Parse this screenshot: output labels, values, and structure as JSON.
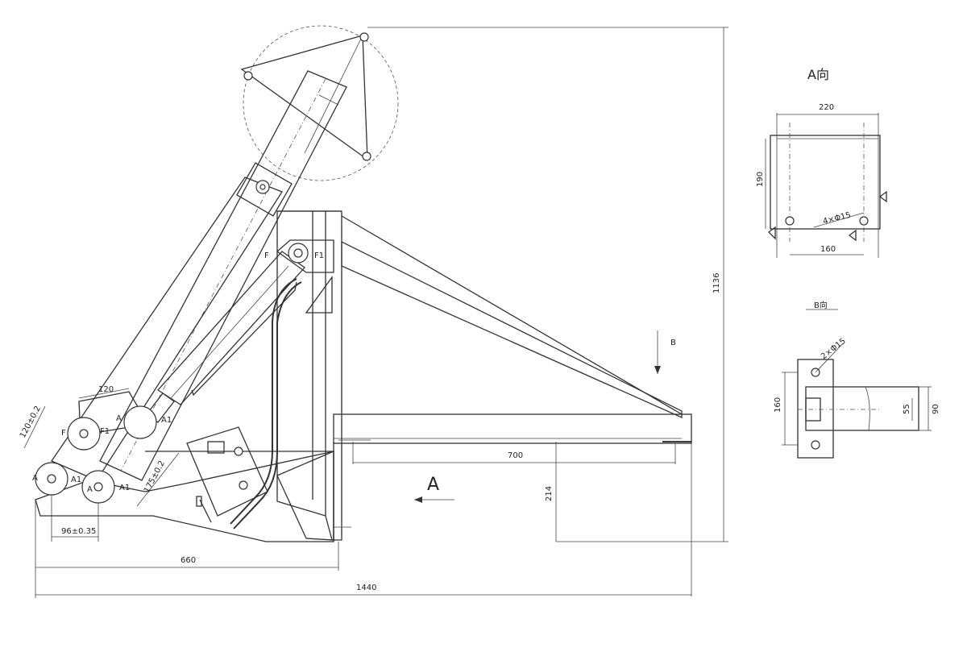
{
  "view_labels": {
    "view_a_title": "A向",
    "view_b_title": "B向",
    "arrow_a": "A",
    "arrow_b": "B"
  },
  "main_dimensions": {
    "overall_length": "1440",
    "base_length": "660",
    "height": "1136",
    "beam_length": "700",
    "beam_height": "214",
    "pin_spacing": "96±0.35",
    "link_width": "120",
    "link_offset_1": "120±0.2",
    "link_offset_2": "175±0.2"
  },
  "pin_labels": {
    "a": "A",
    "a1": "A1",
    "f": "F",
    "f1": "F1"
  },
  "view_a_dimensions": {
    "width": "220",
    "height": "190",
    "hole_spacing": "160",
    "holes": "4×Φ15"
  },
  "view_b_dimensions": {
    "height": "160",
    "holes": "2×Φ15",
    "slot": "55",
    "width": "90"
  }
}
